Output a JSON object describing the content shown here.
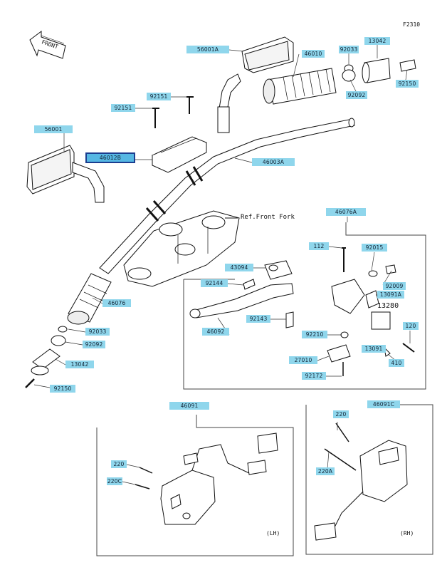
{
  "figure_code": "F2310",
  "front_label": "FRONT",
  "ref_text": "Ref.Front Fork",
  "group_code": "13280",
  "side_lh": "(LH)",
  "side_rh": "(RH)",
  "parts": {
    "p56001A": "56001A",
    "p46010": "46010",
    "p92033_top": "92033",
    "p13042_top": "13042",
    "p92092_top": "92092",
    "p92150_top": "92150",
    "p92151_a": "92151",
    "p92151_b": "92151",
    "p56001": "56001",
    "p46012B": "46012B",
    "p46003A": "46003A",
    "p46076": "46076",
    "p92033_l": "92033",
    "p92092_l": "92092",
    "p13042_l": "13042",
    "p92150_l": "92150",
    "p46076A": "46076A",
    "p112": "112",
    "p92015": "92015",
    "p43094": "43094",
    "p92144": "92144",
    "p92009": "92009",
    "p13091A": "13091A",
    "p92143": "92143",
    "p46092": "46092",
    "p120": "120",
    "p92210": "92210",
    "p13091": "13091",
    "p27010": "27010",
    "p410": "410",
    "p92172": "92172",
    "p46091": "46091",
    "p46091C": "46091C",
    "p220_rh": "220",
    "p220_lh": "220",
    "p220C": "220C",
    "p220A": "220A"
  }
}
